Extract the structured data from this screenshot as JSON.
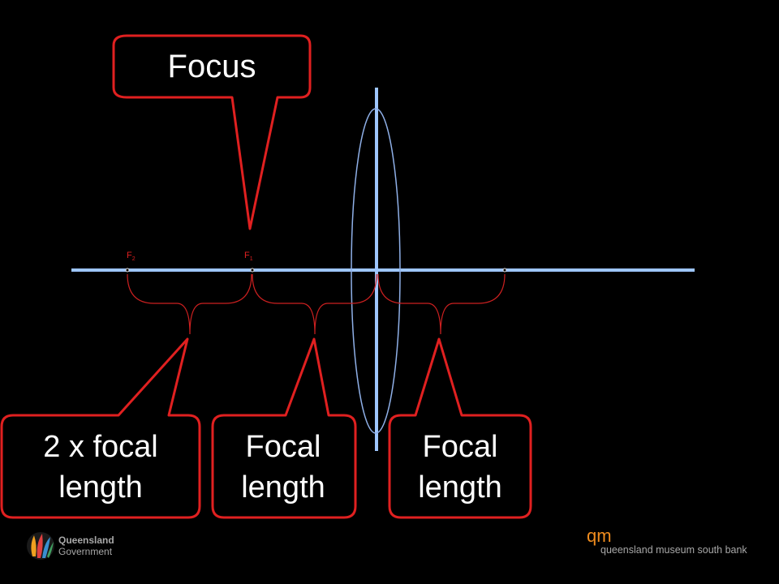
{
  "callouts": {
    "focus": "Focus",
    "twice_focal": [
      "2 x focal",
      "length"
    ],
    "focal_left": [
      "Focal",
      "length"
    ],
    "focal_right": [
      "Focal",
      "length"
    ]
  },
  "points": {
    "f2": {
      "letter": "F",
      "sub": "2"
    },
    "f1": {
      "letter": "F",
      "sub": "1"
    }
  },
  "footer": {
    "gov_line1": "Queensland",
    "gov_line2": "Government",
    "qm_mark": "qm",
    "qm_name": "queensland museum south bank"
  },
  "colors": {
    "background": "#000000",
    "axis": "#9ec6ff",
    "lens": "#8fb0e8",
    "callout_border": "#e02020",
    "brace": "#cc2020",
    "text": "#ffffff",
    "qm_orange": "#f08c1e"
  }
}
